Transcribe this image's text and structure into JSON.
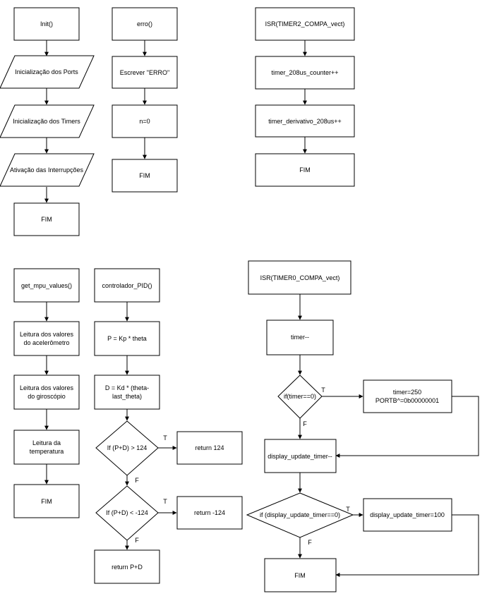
{
  "nodes": {
    "init": "Init()",
    "init_ports": "Inicialização dos Ports",
    "init_timers": "Inicialização dos Timers",
    "init_interrupts": "Ativação das Interrupções",
    "init_end": "FIM",
    "erro": "erro()",
    "erro_write": "Escrever \"ERRO\"",
    "erro_n": "n=0",
    "erro_end": "FIM",
    "isr2": "ISR(TIMER2_COMPA_vect)",
    "isr2_counter": "timer_208us_counter++",
    "isr2_derivativo": "timer_derivativo_208us++",
    "isr2_end": "FIM",
    "mpu": "get_mpu_values()",
    "mpu_accel": [
      "Leitura dos valores",
      "do acelerômetro"
    ],
    "mpu_gyro": [
      "Leitura dos valores",
      "do giroscópio"
    ],
    "mpu_temp": [
      "Leitura da",
      "temperatura"
    ],
    "mpu_end": "FIM",
    "pid": "controlador_PID()",
    "pid_p": "P = Kp * theta",
    "pid_d": [
      "D = Kd * (theta-",
      "last_theta)"
    ],
    "pid_if1": "If (P+D) > 124",
    "pid_ret1": "return 124",
    "pid_if2": "If (P+D) < -124",
    "pid_ret2": "return -124",
    "pid_ret3": "return P+D",
    "isr0": "ISR(TIMER0_COMPA_vect)",
    "isr0_timer": "timer--",
    "isr0_if1": "if(timer==0)",
    "isr0_set": [
      "timer=250",
      "PORTB^=0b00000001"
    ],
    "isr0_display": "display_update_timer--",
    "isr0_if2": "if (display_update_timer==0)",
    "isr0_setdisplay": "display_update_timer=100",
    "isr0_end": "FIM"
  },
  "branch_labels": {
    "true": "T",
    "false": "F"
  }
}
